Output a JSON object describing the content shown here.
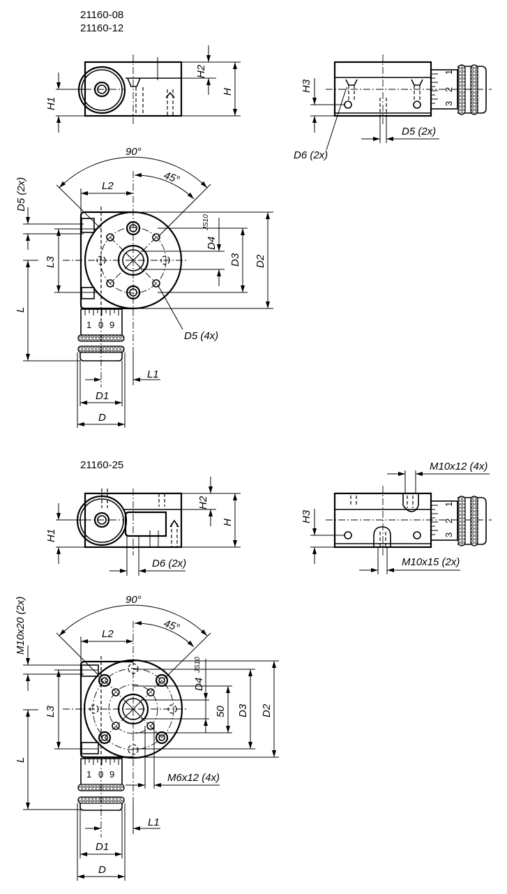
{
  "drawing": {
    "title": "Rotary table technical drawing",
    "colors": {
      "line": "#000000",
      "background": "#ffffff"
    }
  },
  "variant_a": {
    "part_numbers": [
      "21160-08",
      "21160-12"
    ],
    "front_view": {
      "labels": {
        "h1": "H1",
        "h2": "H2",
        "h": "H"
      }
    },
    "side_view": {
      "labels": {
        "h3": "H3",
        "d5": "D5 (2x)",
        "d6": "D6 (2x)"
      },
      "scale_marks": [
        "1",
        "2",
        "3"
      ]
    },
    "top_view": {
      "labels": {
        "angle_90": "90°",
        "angle_45": "45°",
        "l2": "L2",
        "l3": "L3",
        "l": "L",
        "d5_2x": "D5 (2x)",
        "d4": "D4",
        "d4_tol": "JS10",
        "d3": "D3",
        "d2": "D2",
        "d5_4x": "D5 (4x)",
        "l1": "L1",
        "d1": "D1",
        "d": "D"
      },
      "scale_marks": [
        "1",
        "0",
        "9"
      ]
    }
  },
  "variant_b": {
    "part_numbers": [
      "21160-25"
    ],
    "front_view": {
      "labels": {
        "h1": "H1",
        "h2": "H2",
        "h": "H",
        "d6": "D6 (2x)"
      }
    },
    "side_view": {
      "labels": {
        "h3": "H3",
        "m10x12": "M10x12 (4x)",
        "m10x15": "M10x15 (2x)"
      },
      "scale_marks": [
        "1",
        "2",
        "3"
      ]
    },
    "top_view": {
      "labels": {
        "angle_90": "90°",
        "angle_45": "45°",
        "l2": "L2",
        "l3": "L3",
        "l": "L",
        "m10x20": "M10x20 (2x)",
        "d4": "D4",
        "d4_tol": "JS10",
        "dim_50": "50",
        "d3": "D3",
        "d2": "D2",
        "m6x12": "M6x12 (4x)",
        "l1": "L1",
        "d1": "D1",
        "d": "D"
      },
      "scale_marks": [
        "1",
        "0",
        "9"
      ]
    }
  }
}
